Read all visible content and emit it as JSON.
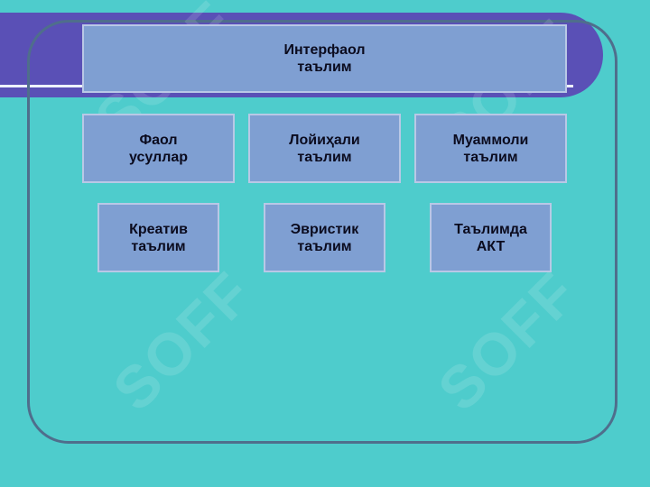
{
  "diagram": {
    "top": {
      "label": "Интерфаол\n таълим"
    },
    "row1": [
      {
        "label": "Фаол\nусуллар"
      },
      {
        "label": "Лойиҳали\nтаълим"
      },
      {
        "label": "Муаммоли\nтаълим"
      }
    ],
    "row2": [
      {
        "label": "Креатив\nтаълим"
      },
      {
        "label": "Эвристик\nтаълим"
      },
      {
        "label": "Таълимда\nАКТ"
      }
    ]
  },
  "watermark": {
    "text": "SOFF"
  },
  "colors": {
    "background": "#4ecccc",
    "band": "#5a50b6",
    "box_fill": "#7f9fd2",
    "frame": "#4f6e8c"
  }
}
